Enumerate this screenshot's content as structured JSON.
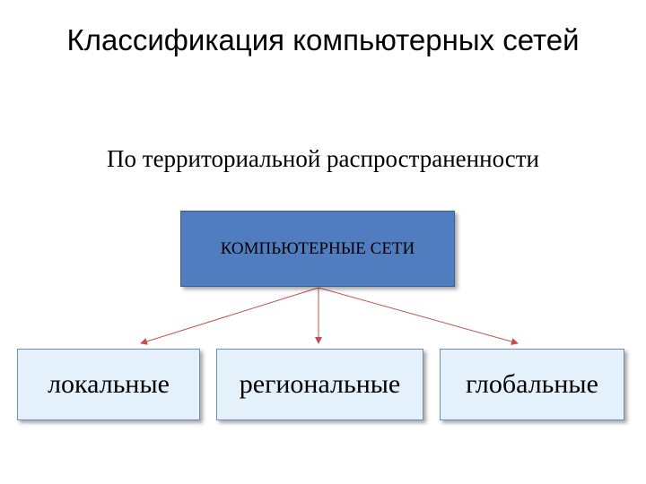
{
  "title": "Классификация компьютерных сетей",
  "subtitle": "По территориальной распространенности",
  "root": {
    "label": "КОМПЬЮТЕРНЫЕ СЕТИ"
  },
  "children": [
    {
      "label": "локальные"
    },
    {
      "label": "региональные"
    },
    {
      "label": "глобальные"
    }
  ],
  "colors": {
    "root_fill": "#4f7dbf",
    "leaf_fill": "#e4f1fb",
    "arrow": "#c0504d"
  }
}
